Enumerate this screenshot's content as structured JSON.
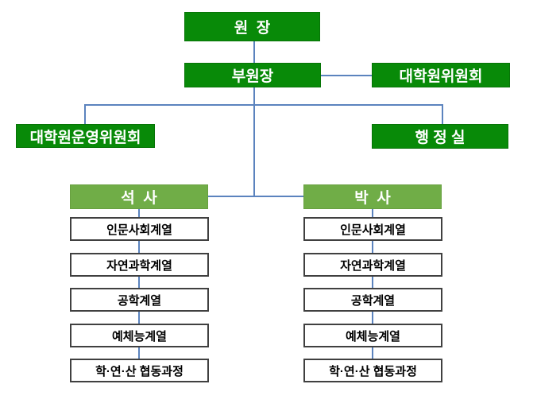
{
  "diagram": {
    "type": "org-chart",
    "background": "#FFFFFF",
    "colors": {
      "dark_green": "#088A08",
      "light_green": "#70AD47",
      "connector_blue": "#5B83BE",
      "list_box_border": "#404040"
    },
    "nodes": {
      "director": {
        "label": "원  장"
      },
      "vice_director": {
        "label": "부원장"
      },
      "graduate_committee": {
        "label": "대학원위원회"
      },
      "operating_committee": {
        "label": "대학원운영위원회"
      },
      "admin_office": {
        "label": "행 정 실"
      },
      "masters": {
        "label": "석  사"
      },
      "doctoral": {
        "label": "박  사"
      }
    },
    "masters_programs": [
      "인문사회계열",
      "자연과학계열",
      "공학계열",
      "예체능계열",
      "학·연·산 협동과정"
    ],
    "doctoral_programs": [
      "인문사회계열",
      "자연과학계열",
      "공학계열",
      "예체능계열",
      "학·연·산 협동과정"
    ]
  }
}
